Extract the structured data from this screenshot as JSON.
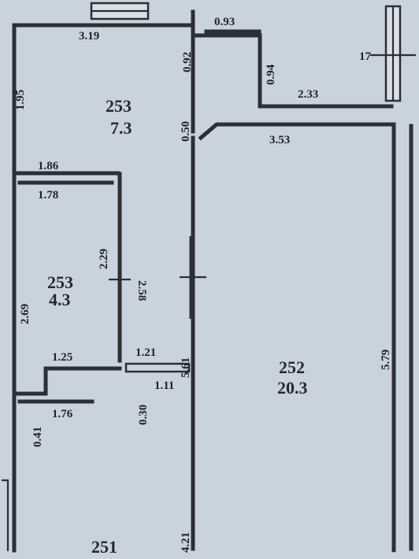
{
  "dims": {
    "d_319": "3.19",
    "d_093": "0.93",
    "d_092": "0.92",
    "d_094": "0.94",
    "d_17": "17",
    "d_233": "2.33",
    "d_353": "3.53",
    "d_050": "0.50",
    "d_186": "1.86",
    "d_178": "1.78",
    "d_229": "2.29",
    "d_258": "2.58",
    "d_269": "2.69",
    "d_195": "1.95",
    "d_125": "1.25",
    "d_121": "1.21",
    "d_111": "1.11",
    "d_030": "0.30",
    "d_176": "1.76",
    "d_041": "0.41",
    "d_561": "5.61",
    "d_579": "5.79",
    "d_421": "4.21"
  },
  "rooms": {
    "r1_code": "253",
    "r1_area": "7.3",
    "r2_code": "253",
    "r2_area": "4.3",
    "r3_code": "252",
    "r3_area": "20.3",
    "r4_code": "251"
  }
}
